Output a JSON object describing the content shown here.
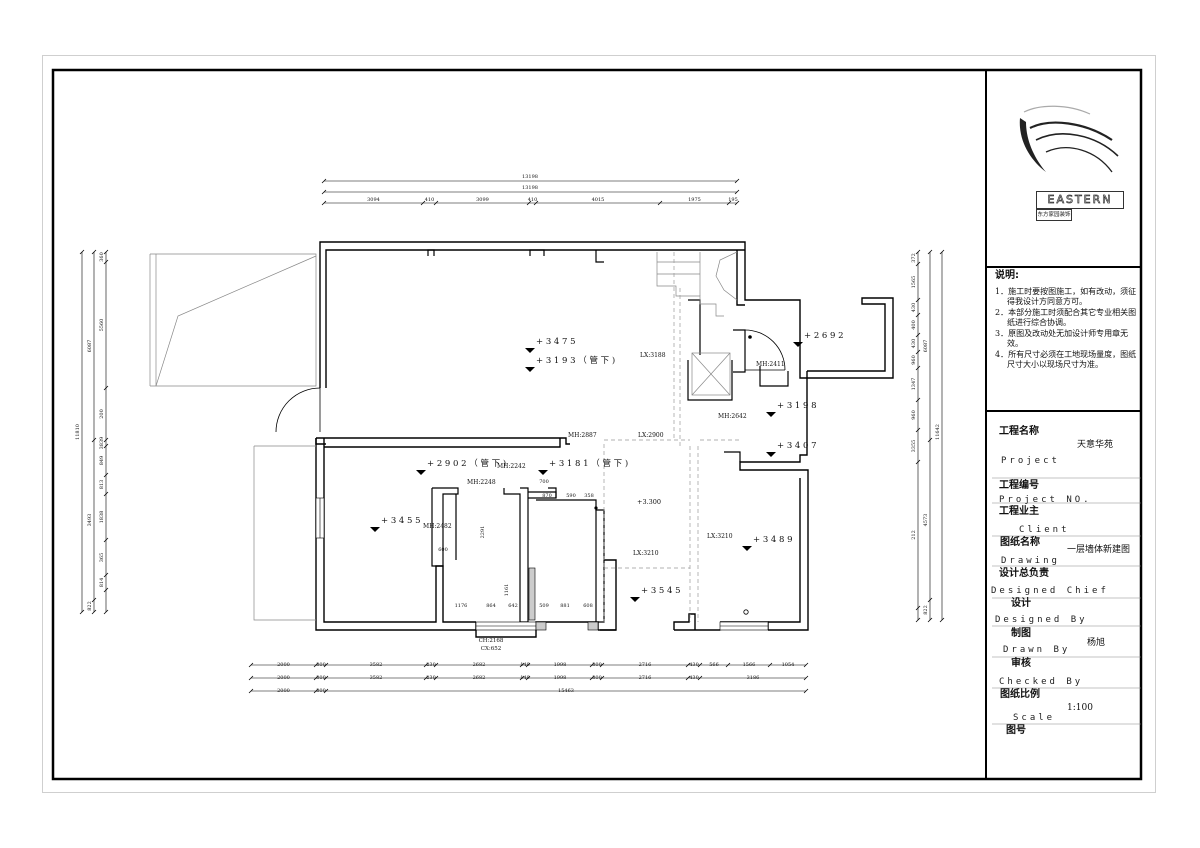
{
  "logo": {
    "wordmark": "EASTERN",
    "subtext": "东方家园装饰"
  },
  "notes": {
    "title": "说明:",
    "items": [
      "1．施工时要按图施工，如有改动，须征得我设计方同意方可。",
      "2．本部分施工时须配合其它专业相关图纸进行综合协调。",
      "3．原图及改动处无加设计师专用章无效。",
      "4．所有尺寸必须在工地现场量度，图纸尺寸大小以现场尺寸为准。"
    ]
  },
  "title_block": {
    "project_name_label": "工程名称",
    "project_name_en": "Project",
    "project_name_value": "天意华苑",
    "project_no_label": "工程编号",
    "project_no_en": "Project NO.",
    "client_label": "工程业主",
    "client_en": "Client",
    "drawing_label": "图纸名称",
    "drawing_en": "Drawing",
    "drawing_value": "一层墙体新建图",
    "chief_label": "设计总负责",
    "chief_en": "Designed Chief",
    "designed_label": "设计",
    "designed_en": "Designed By",
    "drawn_label": "制图",
    "drawn_en": "Drawn By",
    "drawn_value": "杨旭",
    "checked_label": "审核",
    "checked_en": "Checked By",
    "scale_label": "图纸比例",
    "scale_en": "Scale",
    "scale_value": "1:100",
    "drawing_no_label": "图号"
  },
  "dimensions": {
    "top_overall_1": "13198",
    "top_overall_2": "13198",
    "top_segments": [
      "3094",
      "410",
      "3099",
      "410",
      "4015",
      "1975",
      "195"
    ],
    "bottom_row1": [
      "2000",
      "300",
      "3582",
      "230",
      "2682",
      "149",
      "1998",
      "300",
      "2716",
      "430",
      "566",
      "1566",
      "1054"
    ],
    "bottom_row2": [
      "2000",
      "300",
      "3582",
      "230",
      "2682",
      "149",
      "1998",
      "300",
      "2716",
      "430",
      "3186"
    ],
    "bottom_row3": [
      "2000",
      "300"
    ],
    "bottom_overall": "15463",
    "left_overall": "11810",
    "left_outer": [
      "6087",
      "3493",
      "822"
    ],
    "left_inner": [
      "360",
      "5560",
      "200",
      "3839",
      "849",
      "813",
      "1838",
      "365",
      "814"
    ],
    "right_overall": "11642",
    "right_outer": [
      "6087",
      "4573",
      "822"
    ],
    "right_inner": [
      "372",
      "1565",
      "430",
      "400",
      "430",
      "960",
      "1347",
      "960",
      "3355",
      "212"
    ],
    "interior": [
      "1176",
      "864",
      "642",
      "509",
      "881",
      "608",
      "870",
      "590",
      "358",
      "700",
      "600",
      "2291",
      "1161"
    ]
  },
  "labels": {
    "elevations": [
      "+3475",
      "+3193（管下)",
      "+2692",
      "+3198",
      "+3407",
      "+2902（管下)",
      "+3181（管下)",
      "+3455",
      "+3489",
      "+3545"
    ],
    "floor_mark": "+3.300",
    "beams": [
      "LX:3188",
      "MH:2411",
      "MH:2642",
      "MH:2887",
      "LX:2900",
      "MH:2242",
      "MH:2248",
      "MH:2482",
      "LX:3210",
      "LX:3210"
    ],
    "window_1": "CH:2168",
    "window_2": "CX:652"
  }
}
